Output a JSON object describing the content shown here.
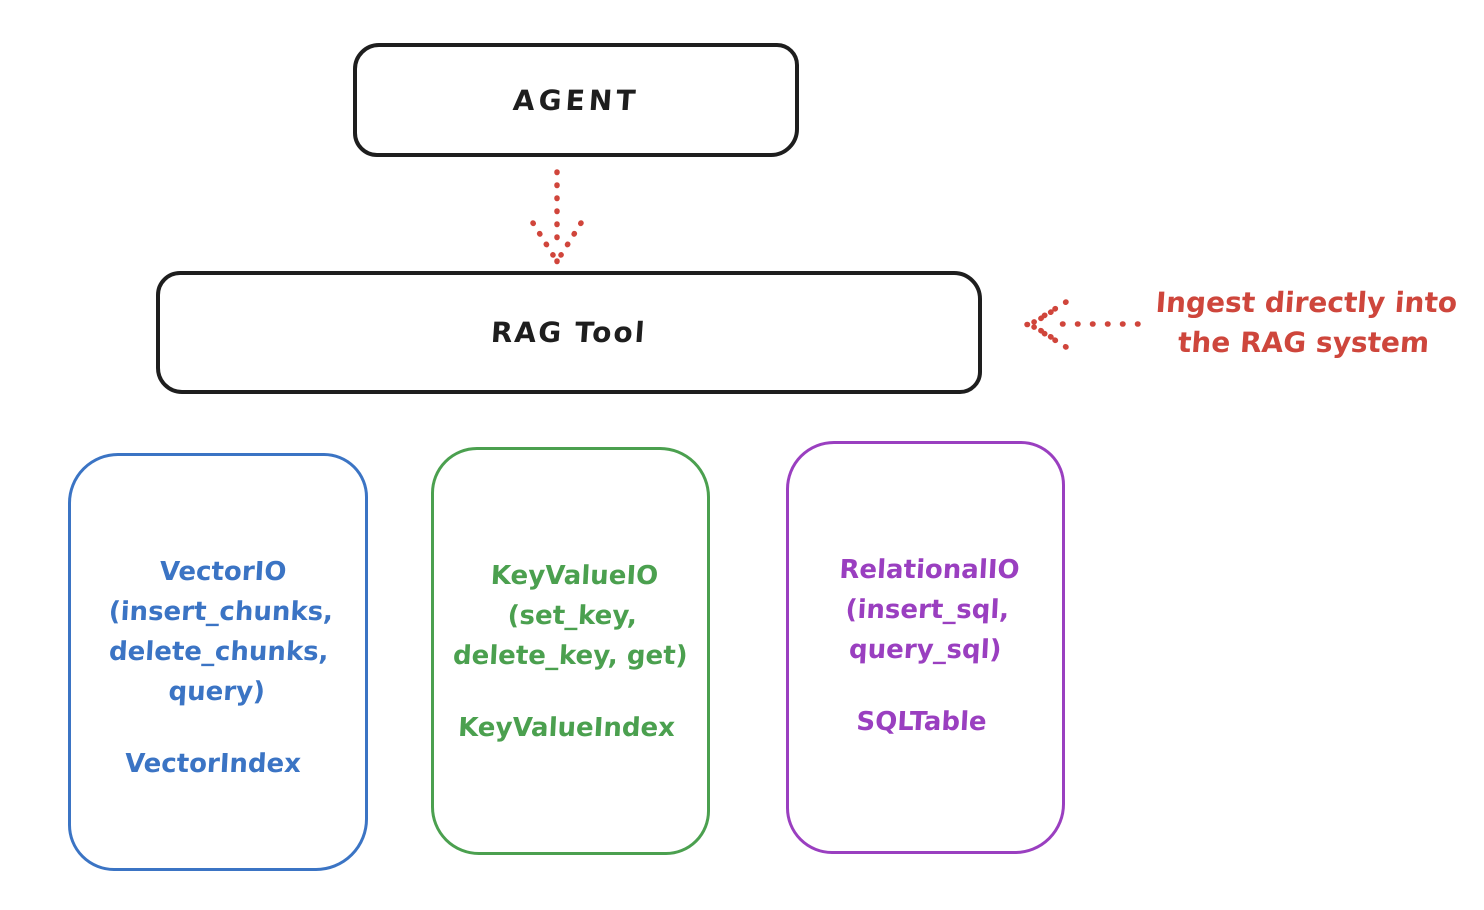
{
  "diagram": {
    "background_color": "#ffffff",
    "stroke_black": "#1e1e1e",
    "nodes": {
      "agent": {
        "label": "AGENT",
        "color": "#1e1e1e"
      },
      "rag_tool": {
        "label": "RAG Tool",
        "color": "#1e1e1e"
      },
      "vector_io": {
        "lines": [
          "VectorIO",
          "(insert_chunks,",
          "delete_chunks,",
          "query)"
        ],
        "index_label": "VectorIndex",
        "color": "#3b74c4"
      },
      "key_value_io": {
        "lines": [
          "KeyValueIO",
          "(set_key,",
          "delete_key, get)"
        ],
        "index_label": "KeyValueIndex",
        "color": "#4ba04f"
      },
      "relational_io": {
        "lines": [
          "RelationalIO",
          "(insert_sql,",
          "query_sql)"
        ],
        "index_label": "SQLTable",
        "color": "#9a3fc0"
      }
    },
    "annotation": {
      "lines": [
        "Ingest directly into",
        "the RAG system"
      ],
      "color": "#ce463c"
    },
    "arrows": {
      "agent_to_rag": "dotted-arrow-down",
      "ingest_to_rag": "dotted-arrow-left",
      "color": "#d0453b"
    }
  }
}
